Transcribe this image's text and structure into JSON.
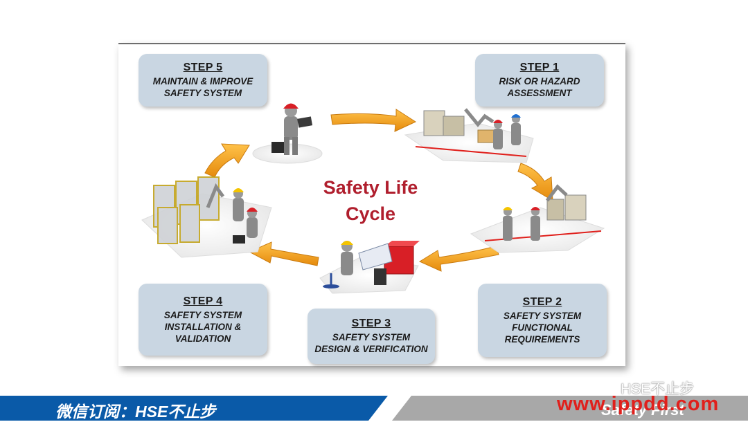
{
  "diagram": {
    "center_title_lines": [
      "Safety Life",
      "Cycle"
    ],
    "steps": [
      {
        "id": "step1",
        "title": "STEP 1",
        "lines": [
          "RISK OR HAZARD",
          "ASSESSMENT"
        ]
      },
      {
        "id": "step2",
        "title": "STEP 2",
        "lines": [
          "SAFETY SYSTEM",
          "FUNCTIONAL",
          "REQUIREMENTS"
        ]
      },
      {
        "id": "step3",
        "title": "STEP 3",
        "lines": [
          "SAFETY SYSTEM",
          "DESIGN & VERIFICATION"
        ]
      },
      {
        "id": "step4",
        "title": "STEP 4",
        "lines": [
          "SAFETY SYSTEM",
          "INSTALLATION &",
          "VALIDATION"
        ]
      },
      {
        "id": "step5",
        "title": "STEP 5",
        "lines": [
          "MAINTAIN & IMPROVE",
          "SAFETY SYSTEM"
        ]
      }
    ],
    "colors": {
      "box_fill": "#c9d6e2",
      "title_red": "#b01e2d",
      "arrow_orange": "#f3a21d",
      "helmet_red": "#d81f26",
      "helmet_yellow": "#f4c400",
      "helmet_blue": "#1f6fd0"
    }
  },
  "footer": {
    "left_text": "微信订阅：HSE不止步",
    "right_text": "Safety First",
    "blue": "#0a5aa8",
    "gray": "#a8a8a8"
  },
  "watermark": {
    "wechat": "HSE不止步",
    "site": "www.ippdd.com"
  }
}
